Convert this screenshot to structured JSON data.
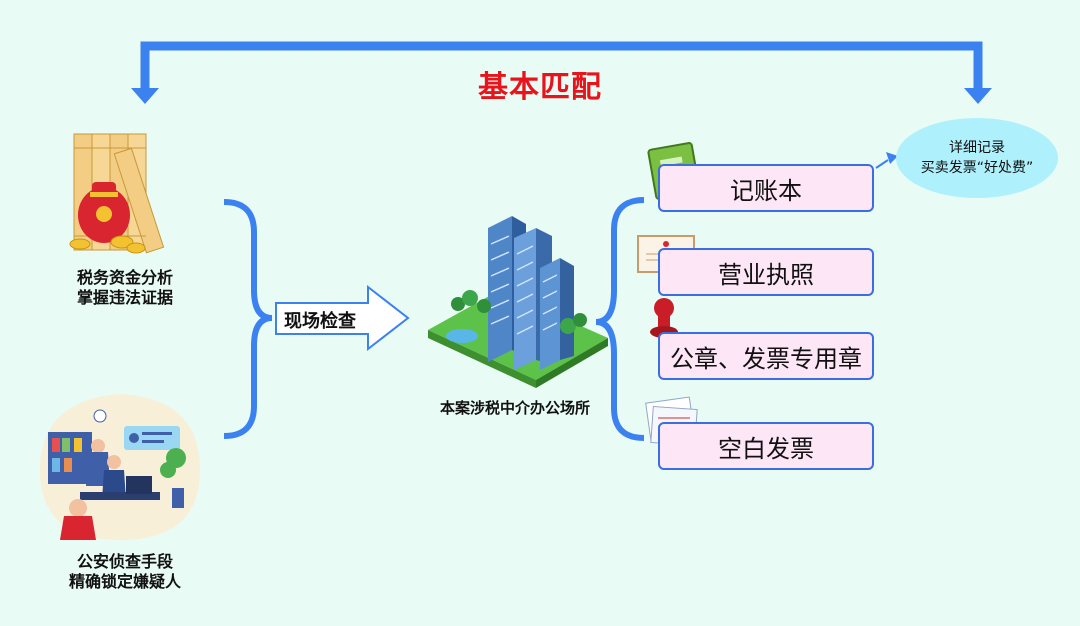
{
  "title": "基本匹配",
  "left": {
    "top_caption_line1": "税务资金分析",
    "top_caption_line2": "掌握违法证据",
    "bottom_caption_line1": "公安侦查手段",
    "bottom_caption_line2": "精确锁定嫌疑人"
  },
  "center": {
    "arrow_label": "现场检查",
    "building_caption": "本案涉税中介办公场所"
  },
  "right": {
    "items": [
      {
        "label": "记账本"
      },
      {
        "label": "营业执照"
      },
      {
        "label": "公章、发票专用章"
      },
      {
        "label": "空白发票"
      }
    ],
    "bubble_line1": "详细记录",
    "bubble_line2": "买卖发票“好处费”"
  },
  "colors": {
    "arrow_blue": "#3b82f0",
    "title_red": "#e8141c",
    "box_fill": "#fde6f6",
    "box_border": "#3b6fe0",
    "bubble_fill": "#aef0fb",
    "background": "#e9fbf5"
  },
  "icons": [
    "books-icon",
    "money-bag-icon",
    "police-office-icon",
    "building-icon",
    "notebook-icon",
    "license-icon",
    "stamp-icon",
    "invoice-icon"
  ]
}
